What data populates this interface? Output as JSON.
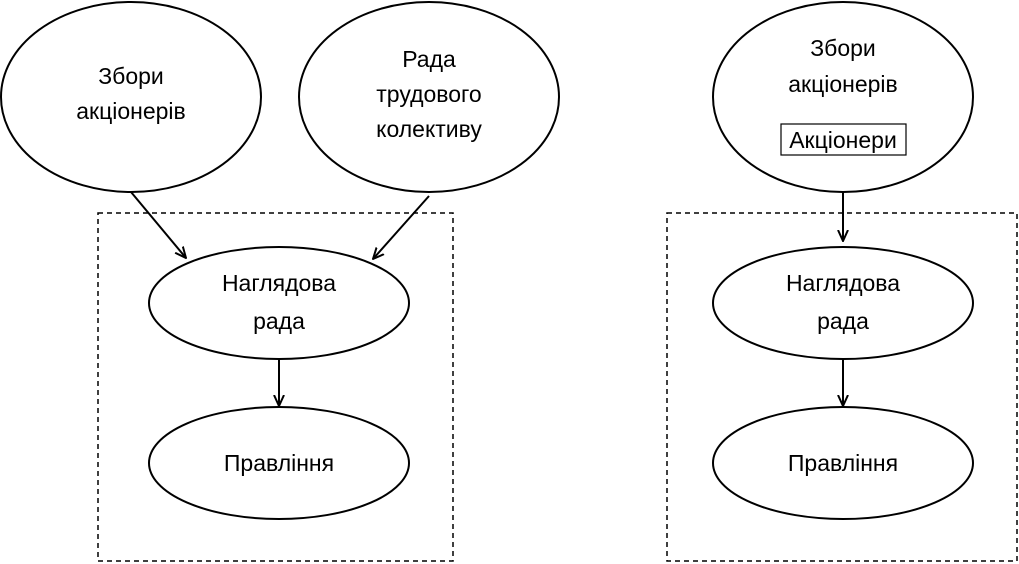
{
  "left_diagram": {
    "shareholders_meeting": [
      "Збори",
      "акціонерів"
    ],
    "labor_council": [
      "Рада",
      "трудового",
      "колективу"
    ],
    "supervisory_board": [
      "Наглядова",
      "рада"
    ],
    "management_board": [
      "Правління"
    ]
  },
  "right_diagram": {
    "shareholders_meeting": [
      "Збори",
      "акціонерів"
    ],
    "shareholders_box": "Акціонери",
    "supervisory_board": [
      "Наглядова",
      "рада"
    ],
    "management_board": [
      "Правління"
    ]
  },
  "colors": {
    "stroke": "#000000",
    "fill": "#ffffff"
  }
}
